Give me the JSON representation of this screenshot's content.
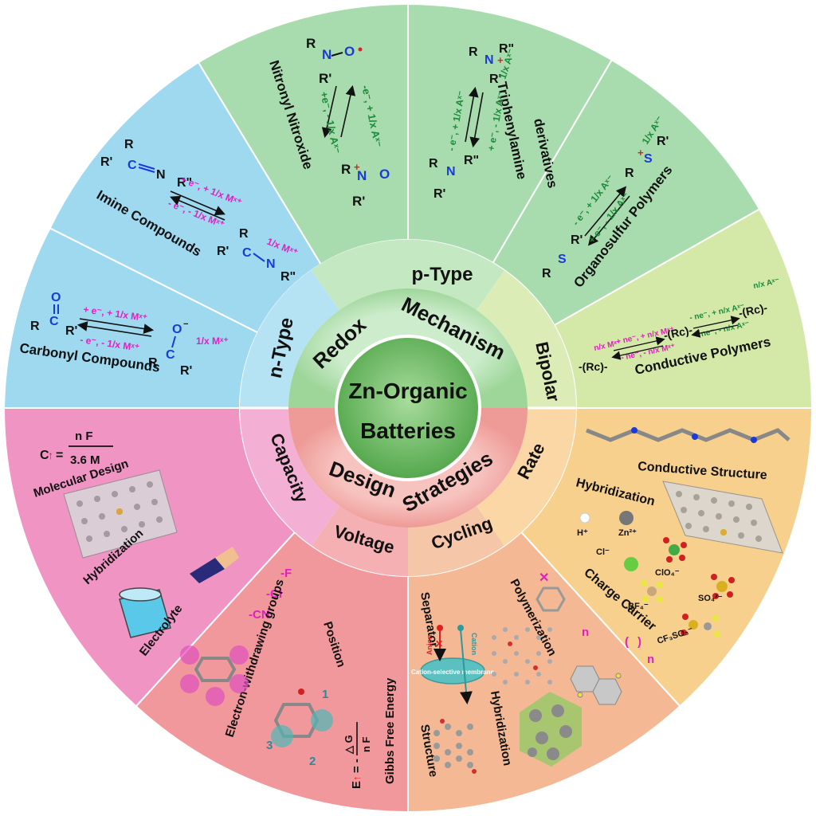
{
  "center": {
    "line1": "Zn-Organic",
    "line2": "Batteries"
  },
  "middle_ring": {
    "top": [
      "Redox",
      "Mechanism"
    ],
    "bottom": [
      "Design",
      "Strategies"
    ]
  },
  "outer_ring": {
    "p_type": "p-Type",
    "n_type": "n-Type",
    "bipolar": "Bipolar",
    "capacity": "Capacity",
    "voltage": "Voltage",
    "cycling": "Cycling",
    "rate": "Rate"
  },
  "sectors": {
    "nitronyl": {
      "label": "Nitronyl Nitroxide",
      "top_reaction": "-e⁻, + 1/x Aˣ⁻",
      "bottom_reaction": "+e⁻, - 1/x Aˣ⁻"
    },
    "triphenylamine": {
      "label_line1": "Triphenylamine",
      "label_line2": "derivatives",
      "top_reaction": "- e⁻, + 1/x Aˣ⁻",
      "bottom_reaction": "+ e⁻, - 1/x Aˣ⁻",
      "anion": "1/x Aˣ⁻"
    },
    "organosulfur": {
      "label": "Organosulfur Polymers",
      "top_reaction": "- e⁻, + 1/x Aˣ⁻",
      "bottom_reaction": "+ e⁻, - 1/x Aˣ⁻",
      "anion": "1/x Aˣ⁻"
    },
    "conductive_polymers": {
      "label": "Conductive Polymers",
      "top_reaction": "- ne⁻, + n/x Aˣ⁻",
      "bottom_reaction": "+ ne⁻, - n/x Aˣ⁻",
      "left_top": "+ ne⁻, + n/x Mˣ⁺",
      "left_bottom": "- ne⁻, - n/x Mˣ⁺",
      "cation": "n/x Mˣ⁺",
      "anion": "n/x Aˣ⁻",
      "unit": "Rc"
    },
    "imine": {
      "label": "Imine Compounds",
      "top_reaction": "+ e⁻, + 1/x Mˣ⁺",
      "bottom_reaction": "- e⁻, - 1/x Mˣ⁺",
      "cation": "1/x Mˣ⁺"
    },
    "carbonyl": {
      "label": "Carbonyl Compounds",
      "top_reaction": "+ e⁻, + 1/x Mˣ⁺",
      "bottom_reaction": "- e⁻, - 1/x Mˣ⁺",
      "cation": "1/x Mˣ⁺"
    },
    "capacity": {
      "formula_lhs": "C",
      "formula_num": "n F",
      "formula_den": "3.6 M",
      "molecular_design": "Molecular Design",
      "hybridization": "Hybridization",
      "electrolyte": "Electrolyte"
    },
    "voltage": {
      "ewg": "Electron-withdrawing groups",
      "position": "Position",
      "f": "-F",
      "cl": "-Cl",
      "cn": "-CN",
      "gibbs": "Gibbs Free Energy",
      "formula_lhs": "E",
      "formula_num": "△ G",
      "formula_den": "n F",
      "pos1": "1",
      "pos2": "2",
      "pos3": "3"
    },
    "cycling": {
      "separator": "Separator",
      "polymerization": "Polymerization",
      "hybridization": "Hybridization",
      "structure": "Structure",
      "membrane": "Cation-selective membrane",
      "anion": "Anion",
      "cation": "Cation",
      "n": "n"
    },
    "rate": {
      "conductive_structure": "Conductive Structure",
      "hybridization": "Hybridization",
      "charge_carrier": "Charge Carrier",
      "ions": [
        "H⁺",
        "Zn²⁺",
        "Cl⁻",
        "ClO₄⁻",
        "BF₄⁻",
        "SO₄²⁻",
        "CF₃SO₃⁻"
      ]
    }
  },
  "colors": {
    "p_type": "#a8dcae",
    "n_type": "#9ed9f0",
    "bipolar": "#d4e8a8",
    "capacity": "#f094c4",
    "voltage": "#f0989c",
    "cycling": "#f4b894",
    "rate": "#f8d08e",
    "center": "#7fc97a",
    "cation": "#e020c0",
    "anion": "#1a8a3a",
    "electron": "#e02020"
  }
}
